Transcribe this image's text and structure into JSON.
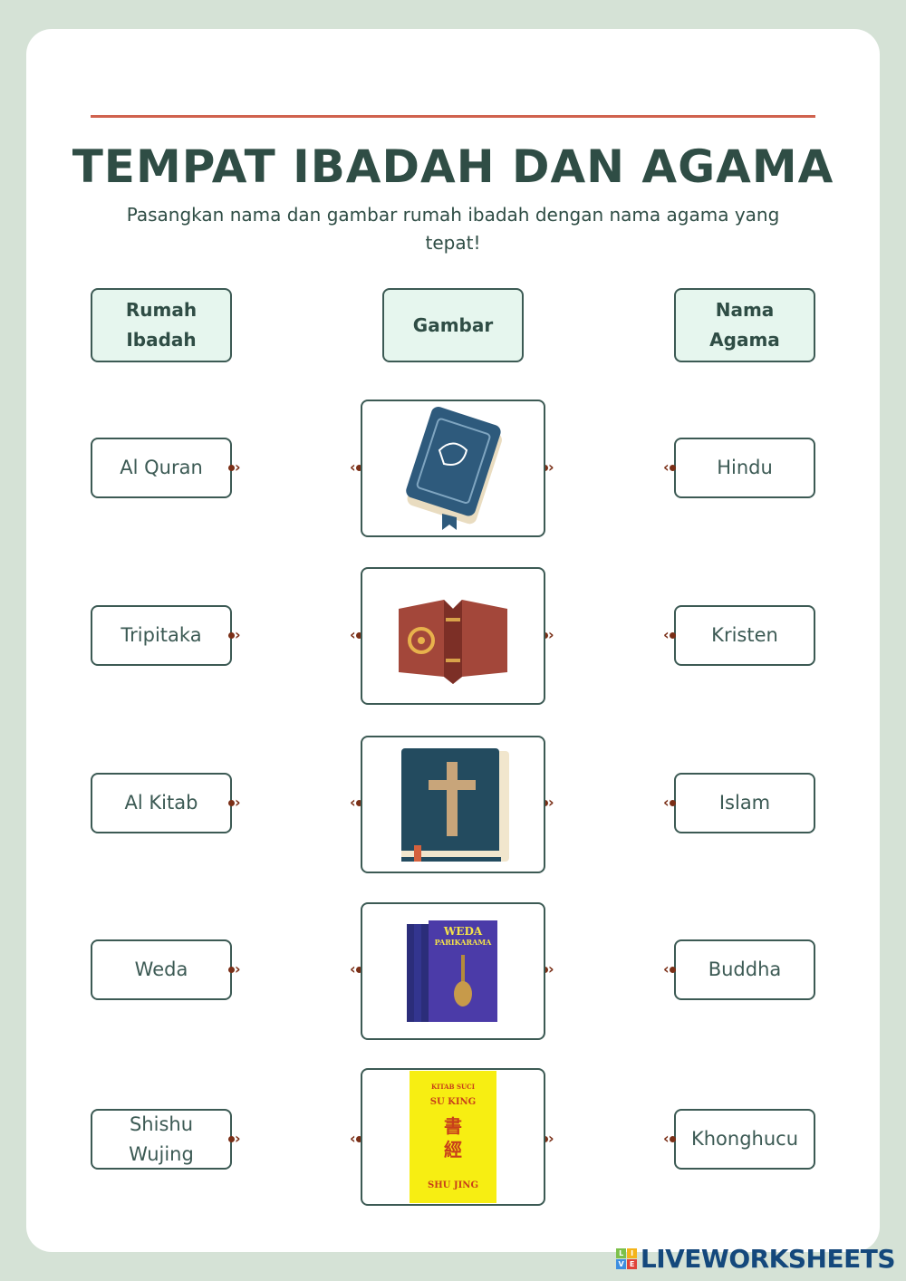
{
  "title": "TEMPAT IBADAH DAN AGAMA",
  "subtitle": "Pasangkan nama dan gambar rumah ibadah dengan nama agama yang tepat!",
  "headers": {
    "left": "Rumah Ibadah",
    "middle": "Gambar",
    "right": "Nama Agama"
  },
  "left": [
    "Al Quran",
    "Tripitaka",
    "Al Kitab",
    "Weda",
    "Shishu Wujing"
  ],
  "right": [
    "Hindu",
    "Kristen",
    "Islam",
    "Buddha",
    "Khonghucu"
  ],
  "images": {
    "weda": {
      "title": "WEDA",
      "subtitle": "PARIKARAMA"
    },
    "suking": {
      "top": "KITAB SUCI",
      "name": "SU KING",
      "chars": "書經",
      "bottom": "SHU JING"
    }
  },
  "logo": {
    "text": "LIVEWORKSHEETS",
    "letters": [
      "L",
      "I",
      "V",
      "E"
    ]
  },
  "colors": {
    "accent": "#d0624e",
    "text": "#2f4d45",
    "connector": "#7a2f17"
  }
}
